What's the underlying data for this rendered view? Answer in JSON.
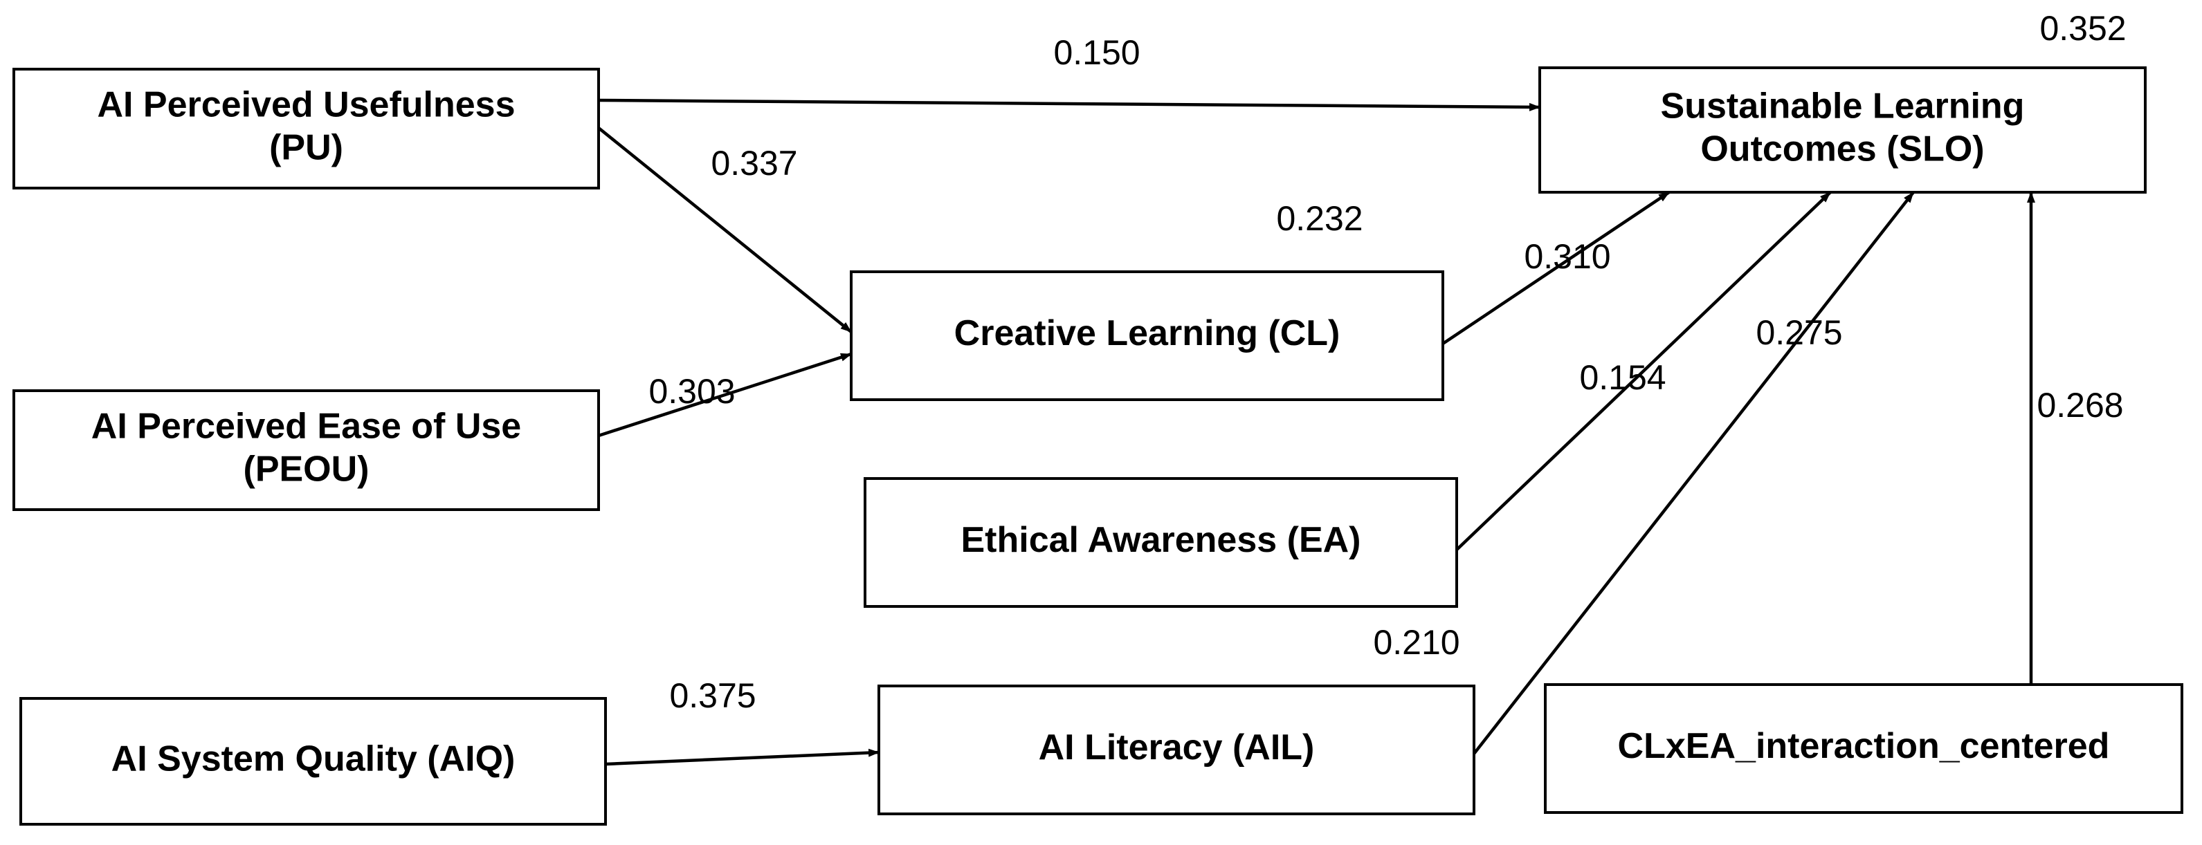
{
  "nodes": [
    {
      "id": "PU",
      "lines": [
        "AI Perceived Usefulness",
        "(PU)"
      ]
    },
    {
      "id": "PEOU",
      "lines": [
        "AI Perceived Ease of Use",
        "(PEOU)"
      ]
    },
    {
      "id": "AIQ",
      "lines": [
        "AI System Quality (AIQ)"
      ]
    },
    {
      "id": "CL",
      "lines": [
        "Creative Learning (CL)"
      ]
    },
    {
      "id": "EA",
      "lines": [
        "Ethical Awareness (EA)"
      ]
    },
    {
      "id": "AIL",
      "lines": [
        "AI Literacy (AIL)"
      ]
    },
    {
      "id": "SLO",
      "lines": [
        "Sustainable Learning",
        "Outcomes (SLO)"
      ]
    },
    {
      "id": "INT",
      "lines": [
        "CLxEA_interaction_centered"
      ]
    }
  ],
  "edges": [
    {
      "from": "PU",
      "to": "SLO",
      "coefficient": "0.150"
    },
    {
      "from": "PU",
      "to": "CL",
      "coefficient": "0.337"
    },
    {
      "from": "PEOU",
      "to": "CL",
      "coefficient": "0.303"
    },
    {
      "from": "CL",
      "to": "SLO",
      "coefficient": "0.310"
    },
    {
      "from": "EA",
      "to": "SLO",
      "coefficient": "0.154"
    },
    {
      "from": "AIL",
      "to": "SLO",
      "coefficient": "0.275"
    },
    {
      "from": "INT",
      "to": "SLO",
      "coefficient": "0.268"
    },
    {
      "from": "AIQ",
      "to": "AIL",
      "coefficient": "0.375"
    }
  ],
  "r_squared": [
    {
      "node": "SLO",
      "value": "0.352"
    },
    {
      "node": "CL",
      "value": "0.232"
    },
    {
      "node": "AIL",
      "value": "0.210"
    }
  ]
}
